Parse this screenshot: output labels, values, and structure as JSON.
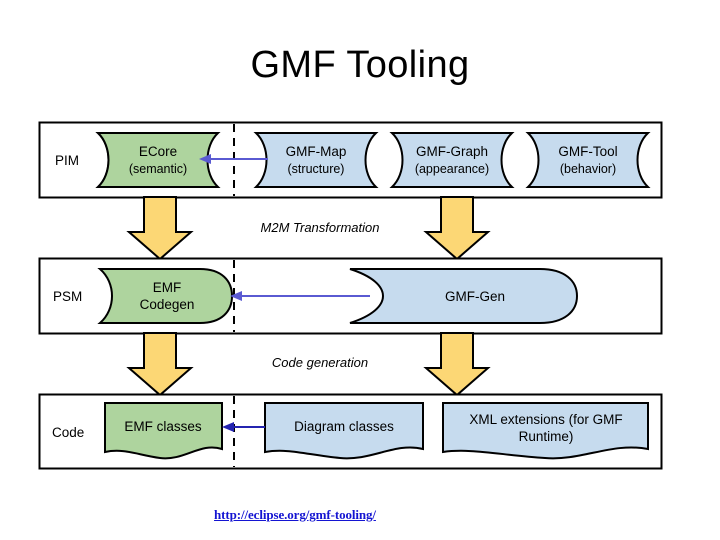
{
  "slide": {
    "title": "GMF Tooling",
    "background_color": "#ffffff"
  },
  "link": {
    "text": "http://eclipse.org/gmf-tooling/",
    "color": "#1414d2"
  },
  "palette": {
    "green_fill": "#aed49e",
    "blue_fill": "#c6dbee",
    "yellow_fill": "#fcd775",
    "outline": "#000000",
    "connector_blue": "#5a5ad2",
    "divider_dashed": "#000000"
  },
  "diagram": {
    "rows": [
      {
        "id": "pim",
        "side_label": "PIM",
        "nodes": [
          {
            "id": "ecore",
            "line1": "ECore",
            "line2": "(semantic)",
            "fill": "green"
          },
          {
            "id": "gmf-map",
            "line1": "GMF-Map",
            "line2": "(structure)",
            "fill": "blue"
          },
          {
            "id": "gmf-graph",
            "line1": "GMF-Graph",
            "line2": "(appearance)",
            "fill": "blue"
          },
          {
            "id": "gmf-tool",
            "line1": "GMF-Tool",
            "line2": "(behavior)",
            "fill": "blue"
          }
        ]
      },
      {
        "id": "psm",
        "side_label": "PSM",
        "nodes": [
          {
            "id": "emf-codegen",
            "line1": "EMF",
            "line2": "Codegen",
            "fill": "green"
          },
          {
            "id": "gmf-gen",
            "line1": "GMF-Gen",
            "line2": "",
            "fill": "blue"
          }
        ]
      },
      {
        "id": "code",
        "side_label": "Code",
        "nodes": [
          {
            "id": "emf-classes",
            "line1": "EMF classes",
            "line2": "",
            "fill": "green"
          },
          {
            "id": "diagram-classes",
            "line1": "Diagram classes",
            "line2": "",
            "fill": "blue"
          },
          {
            "id": "xml-extensions",
            "line1": "XML extensions (for GMF",
            "line2": "Runtime)",
            "fill": "blue"
          }
        ]
      }
    ],
    "transformations": [
      {
        "id": "m2m",
        "label": "M2M Transformation"
      },
      {
        "id": "codegen",
        "label": "Code generation"
      }
    ]
  }
}
